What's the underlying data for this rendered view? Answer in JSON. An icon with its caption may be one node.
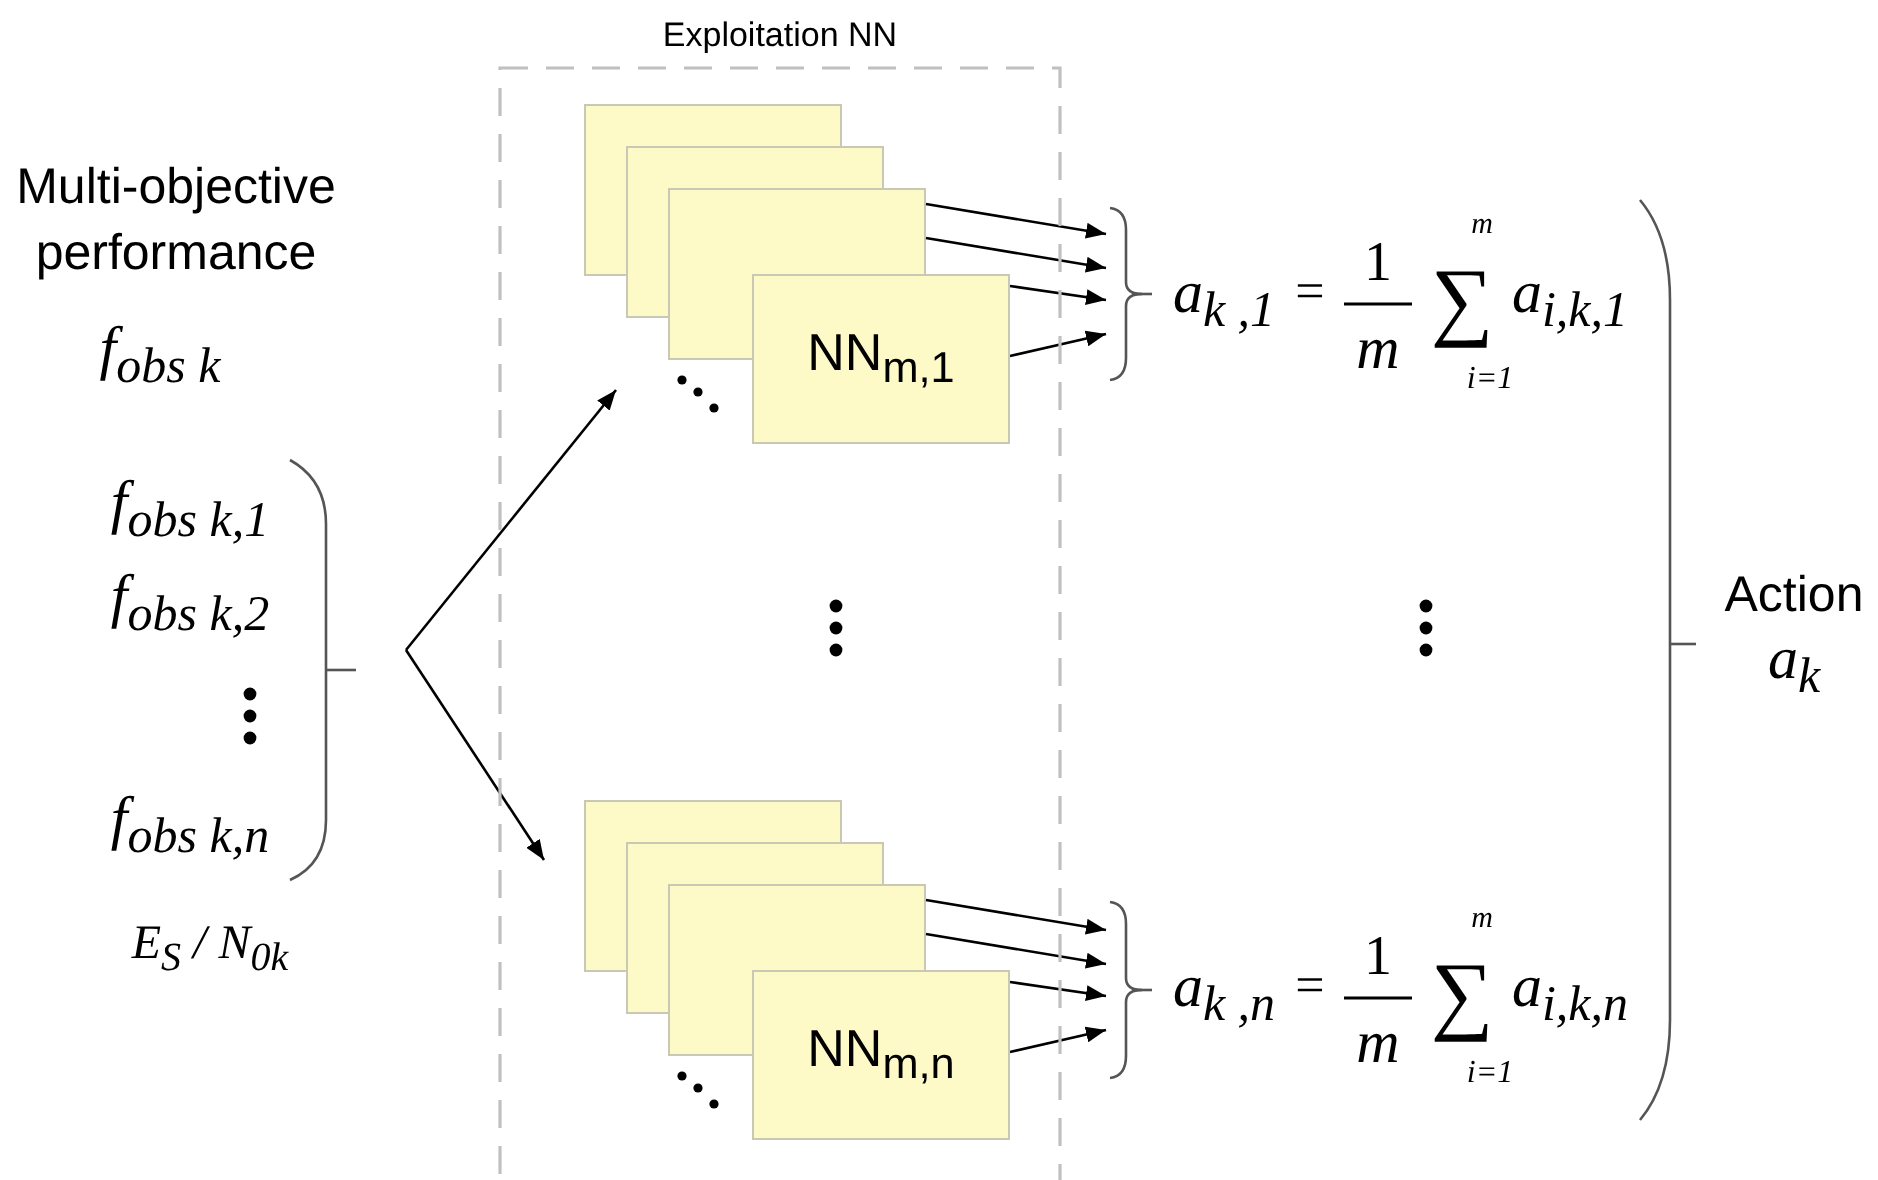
{
  "diagram": {
    "nodes": [
      {
        "text": [
          "Exploitation NN"
        ]
      },
      {
        "text": [
          "NN$_{m,1}$"
        ],
        "in": 0
      },
      {
        "text": [
          "NN$_{m,n}$"
        ],
        "in": 0
      },
      {
        "text": [],
        "shape": "brace"
      },
      {
        "text": [],
        "shape": "brace"
      }
    ],
    "edges": [
      {
        "from": null,
        "to": 1,
        "arrow": "to"
      },
      {
        "from": null,
        "to": 2,
        "arrow": "to"
      },
      {
        "from": 1,
        "to": 3,
        "arrow": "to"
      },
      {
        "from": 1,
        "to": 3,
        "arrow": "to"
      },
      {
        "from": 1,
        "to": 3,
        "arrow": "to"
      },
      {
        "from": 1,
        "to": 3,
        "arrow": "to"
      },
      {
        "from": 2,
        "to": 4,
        "arrow": "to"
      },
      {
        "from": 2,
        "to": 4,
        "arrow": "to"
      },
      {
        "from": 2,
        "to": 4,
        "arrow": "to"
      },
      {
        "from": 2,
        "to": 4,
        "arrow": "to"
      }
    ],
    "labels": [
      "Multi-objective performance",
      "f$_{obs k}$",
      "f$_{obs k,1}$",
      "f$_{obs k,2}$",
      "f$_{obs k,n}$",
      "E$_{S}$ / N$_{0k}$",
      "a$_{k ,1}$",
      "=",
      "1",
      "m",
      "∑",
      "m",
      "i=1",
      "a$_{i,k,1}$",
      "a$_{k ,n}$",
      "=",
      "1",
      "m",
      "∑",
      "m",
      "i=1",
      "a$_{i,k,n}$",
      "Action",
      "a$_{k}$"
    ]
  }
}
